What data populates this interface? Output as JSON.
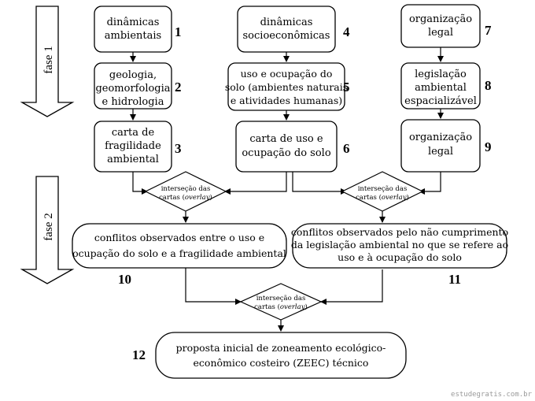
{
  "phases": {
    "phase1": "fase 1",
    "phase2": "fase 2"
  },
  "boxes": {
    "b1": {
      "lines": [
        "dinâmicas",
        "ambientais"
      ],
      "number": "1"
    },
    "b2": {
      "lines": [
        "geologia,",
        "geomorfologia",
        "e hidrologia"
      ],
      "number": "2"
    },
    "b3": {
      "lines": [
        "carta de",
        "fragilidade",
        "ambiental"
      ],
      "number": "3"
    },
    "b4": {
      "lines": [
        "dinâmicas",
        "socioeconômicas"
      ],
      "number": "4"
    },
    "b5": {
      "lines": [
        "uso e ocupação do",
        "solo (ambientes naturais",
        "e atividades humanas)"
      ],
      "number": "5"
    },
    "b6": {
      "lines": [
        "carta de uso e",
        "ocupação do solo"
      ],
      "number": "6"
    },
    "b7": {
      "lines": [
        "organização",
        "legal"
      ],
      "number": "7"
    },
    "b8": {
      "lines": [
        "legislação",
        "ambiental",
        "espacializável"
      ],
      "number": "8"
    },
    "b9": {
      "lines": [
        "organização",
        "legal"
      ],
      "number": "9"
    },
    "b10": {
      "lines": [
        "conflitos observados entre o uso e",
        "ocupação do solo e a fragilidade ambiental"
      ],
      "number": "10"
    },
    "b11": {
      "lines": [
        "conflitos observados pelo não cumprimento",
        "da legislação ambiental no que se refere ao",
        "uso e à ocupação do solo"
      ],
      "number": "11"
    },
    "b12": {
      "lines": [
        "proposta inicial de zoneamento ecológico-",
        "econômico costeiro (ZEEC) técnico"
      ],
      "number": "12"
    }
  },
  "diamonds": {
    "line1": "interseção das",
    "line2_prefix": "cartas (",
    "line2_italic": "overlay",
    "line2_suffix": ")"
  },
  "watermark": "estudegratis.com.br"
}
